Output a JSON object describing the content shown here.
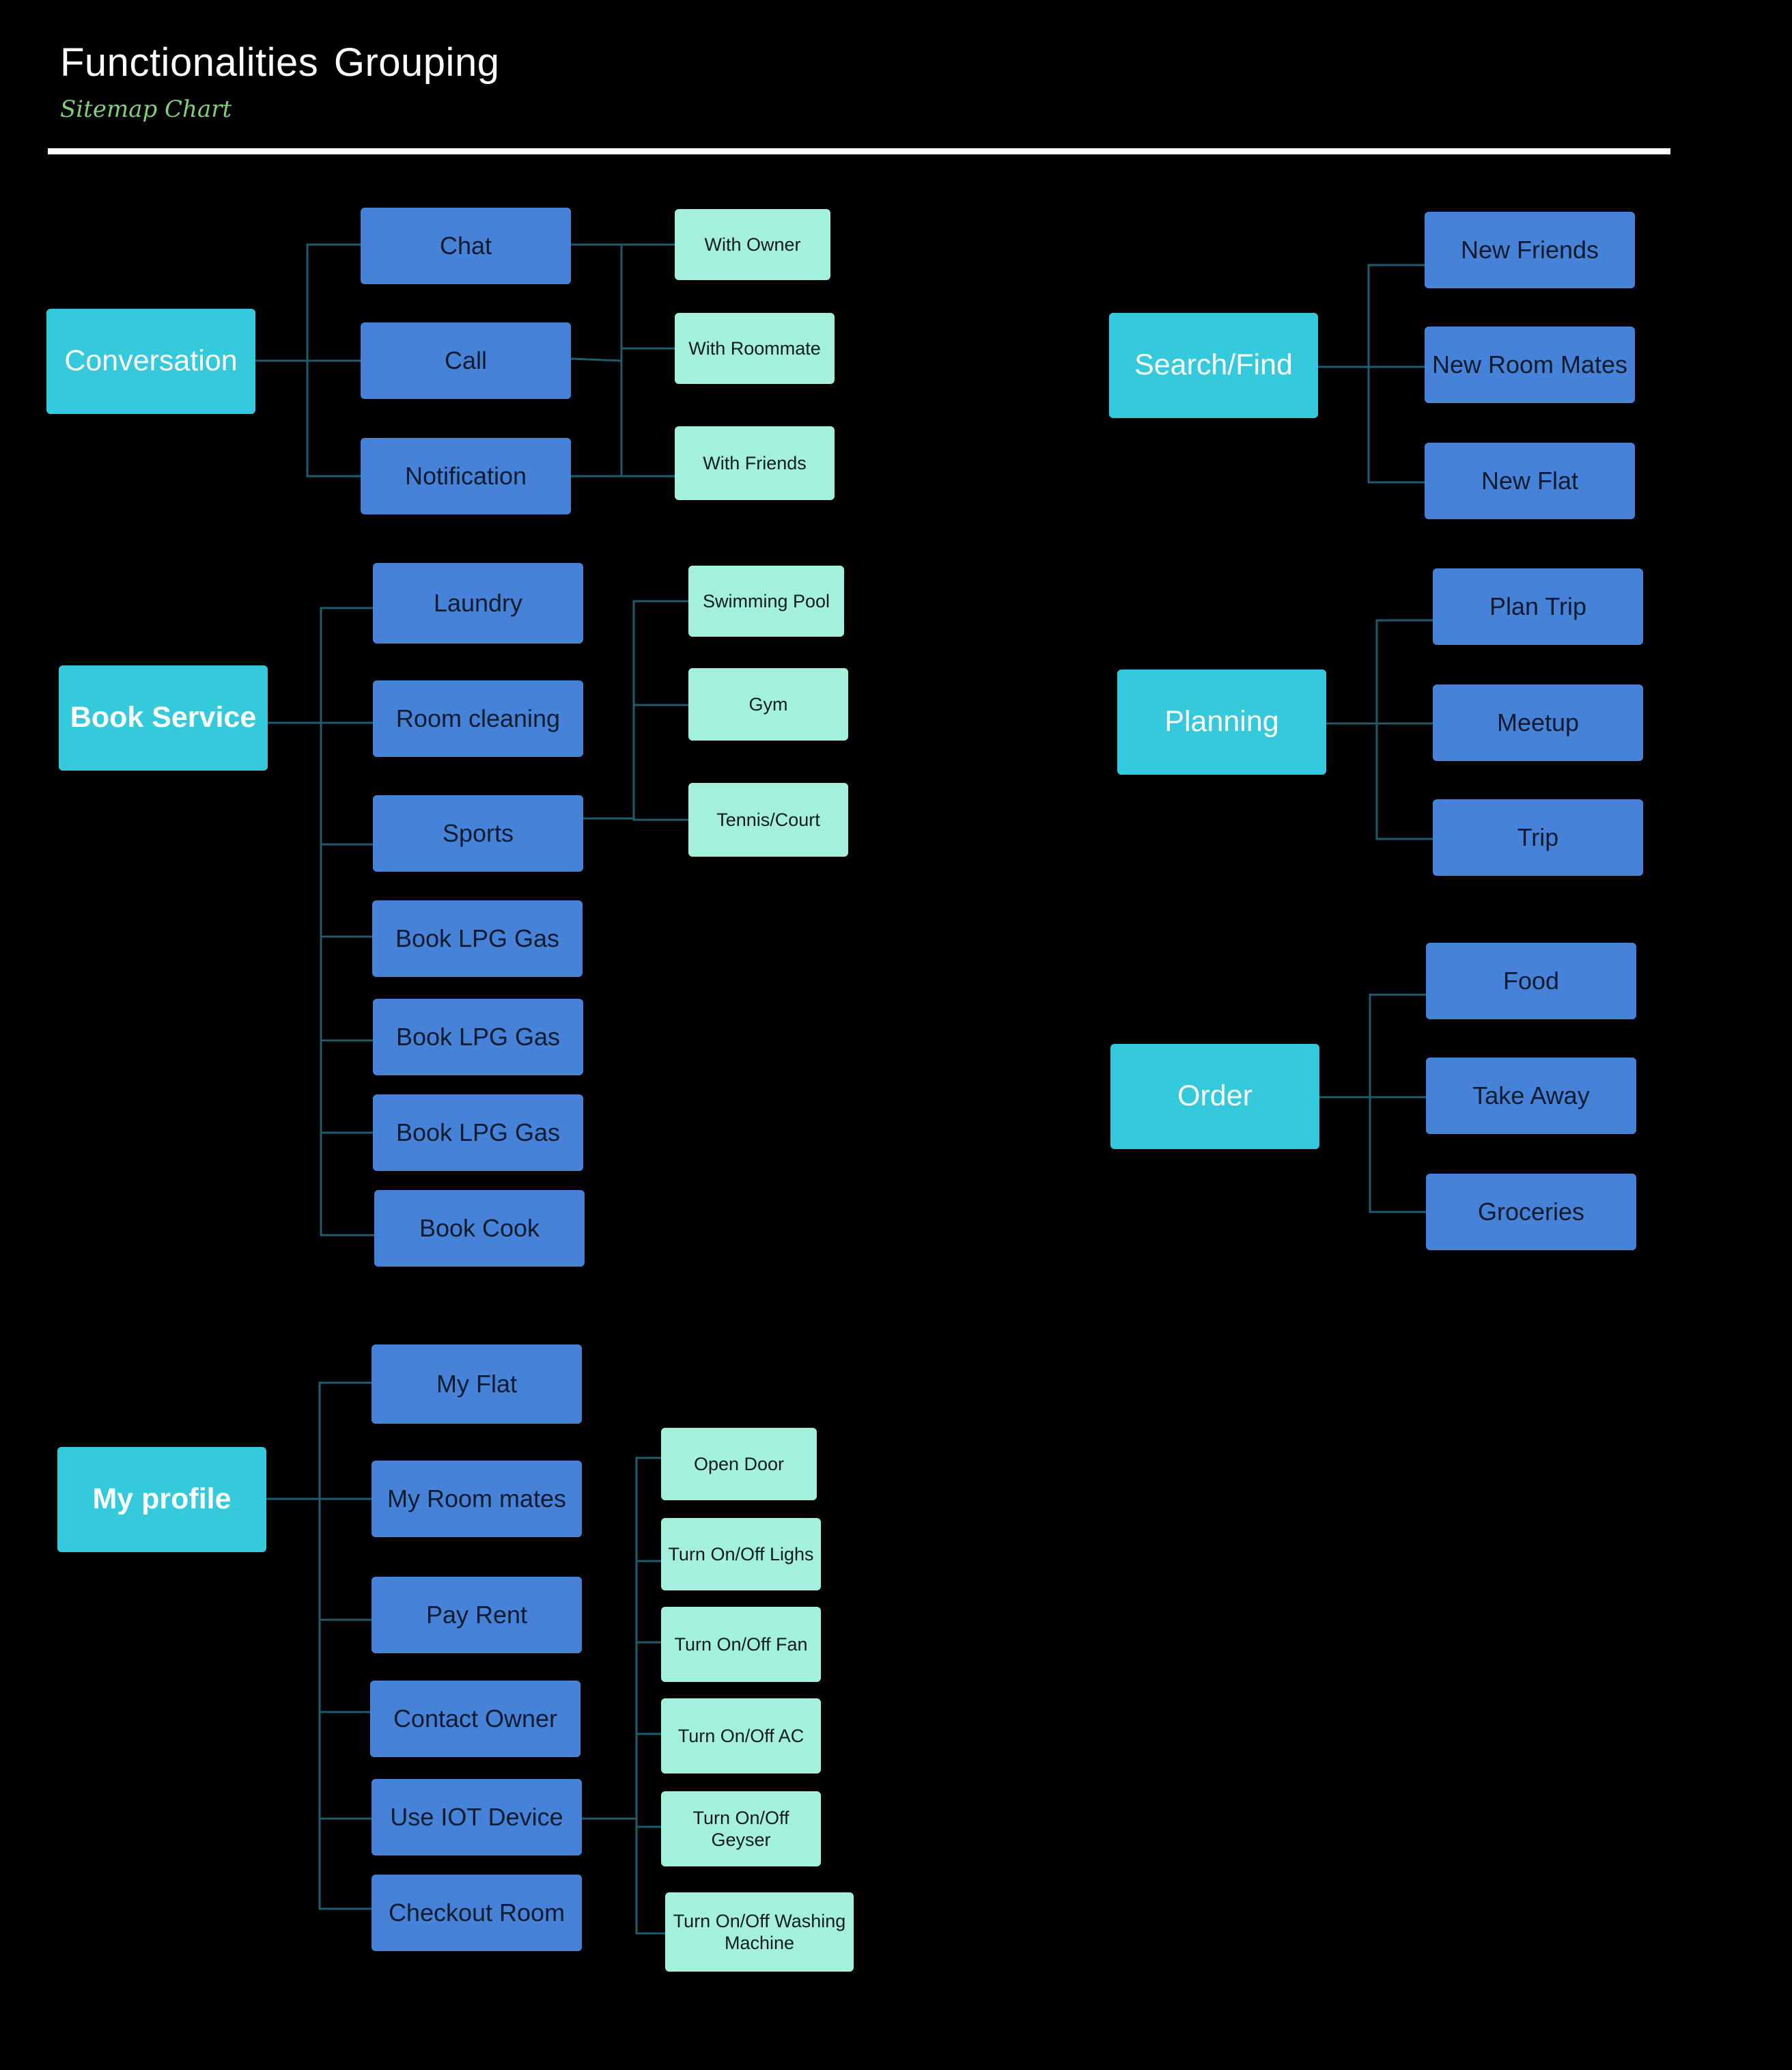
{
  "title": "Functionalities  Grouping",
  "subtitle": "Sitemap Chart",
  "colors": {
    "background": "#000000",
    "root": "#35c9dc",
    "mid": "#4683d8",
    "leaf": "#a3f0dc",
    "connector": "#1f5d6e",
    "subtitle": "#7ed07a"
  },
  "groups": {
    "conversation": {
      "label": "Conversation",
      "items": [
        "Chat",
        "Call",
        "Notification"
      ],
      "leaves": [
        "With Owner",
        "With Roommate",
        "With Friends"
      ]
    },
    "book_service": {
      "label": "Book Service",
      "items": [
        "Laundry",
        "Room cleaning",
        "Sports",
        "Book LPG Gas",
        "Book LPG Gas",
        "Book LPG Gas",
        "Book Cook"
      ],
      "leaves": [
        "Swimming Pool",
        "Gym",
        "Tennis/Court"
      ]
    },
    "my_profile": {
      "label": "My profile",
      "items": [
        "My Flat",
        "My Room mates",
        "Pay Rent",
        "Contact Owner",
        "Use IOT Device",
        "Checkout Room"
      ],
      "leaves": [
        "Open Door",
        "Turn On/Off Lighs",
        "Turn On/Off Fan",
        "Turn On/Off AC",
        "Turn On/Off Geyser",
        "Turn On/Off Washing Machine"
      ]
    },
    "search_find": {
      "label": "Search/Find",
      "items": [
        "New Friends",
        "New Room Mates",
        "New Flat"
      ]
    },
    "planning": {
      "label": "Planning",
      "items": [
        "Plan Trip",
        "Meetup",
        "Trip"
      ]
    },
    "order": {
      "label": "Order",
      "items": [
        "Food",
        "Take Away",
        "Groceries"
      ]
    }
  }
}
